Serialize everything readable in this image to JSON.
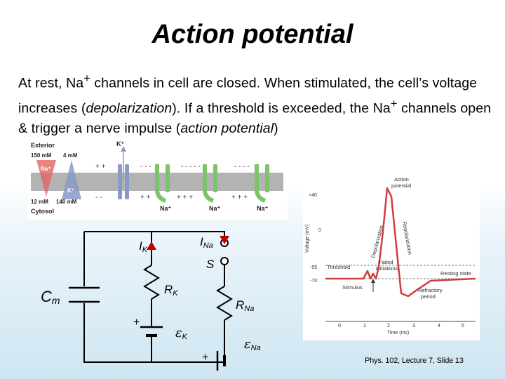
{
  "slide": {
    "title": "Action potential",
    "intro_parts": [
      "At rest, Na",
      "+",
      " channels in cell are closed. When stimulated, the cell’s voltage increases (",
      "depolarization",
      "). If a threshold is exceeded, the Na",
      "+",
      " channels open & trigger a nerve impulse (",
      "action potential",
      ")"
    ],
    "footer": "Phys. 102, Lecture 7, Slide 13"
  },
  "membrane": {
    "exterior_label": "Exterior",
    "cytosol_label": "Cytosol",
    "conc_out_na": "150 mM",
    "conc_out_k": "4 mM",
    "conc_in_na": "12 mM",
    "conc_in_k": "140 mM",
    "na_label": "Na⁺",
    "k_label": "K⁺",
    "k_channel_label": "K⁺",
    "channel_na_labels": [
      "Na⁺",
      "Na⁺",
      "Na⁺"
    ],
    "colors": {
      "membrane": "#b3b3b3",
      "na": "#e06464",
      "k": "#8a99c8",
      "channel": "#7cc46a"
    }
  },
  "circuit": {
    "ik_label": "I",
    "ik_sub": "K",
    "ina_label": "I",
    "ina_sub": "Na",
    "switch_label": "S",
    "cm_label": "C",
    "cm_sub": "m",
    "rk_label": "R",
    "rk_sub": "K",
    "rna_label": "R",
    "rna_sub": "Na",
    "ek_label": "ε",
    "ek_sub": "K",
    "ena_label": "ε",
    "ena_sub": "Na",
    "plus_k": "+",
    "plus_na": "+",
    "colors": {
      "arrow": "#c00000"
    }
  },
  "graph": {
    "y_ticks": [
      "+40",
      "0",
      "-55",
      "-70"
    ],
    "x_ticks": [
      "0",
      "1",
      "2",
      "3",
      "4",
      "5"
    ],
    "y_axis_label": "Voltage (mV)",
    "x_axis_label": "Time (ms)",
    "peak_label_line1": "Action",
    "peak_label_line2": "potential",
    "depolarization_label": "Depolarization",
    "repolarization_label": "Repolarization",
    "threshold_label": "Threshold",
    "failed_line1": "Failed",
    "failed_line2": "initiations",
    "resting_label": "Resting state",
    "stimulus_label": "Stimulus",
    "refractory_line1": "Refractory",
    "refractory_line2": "period",
    "colors": {
      "trace": "#d23c3c",
      "dashed": "#555555"
    }
  }
}
